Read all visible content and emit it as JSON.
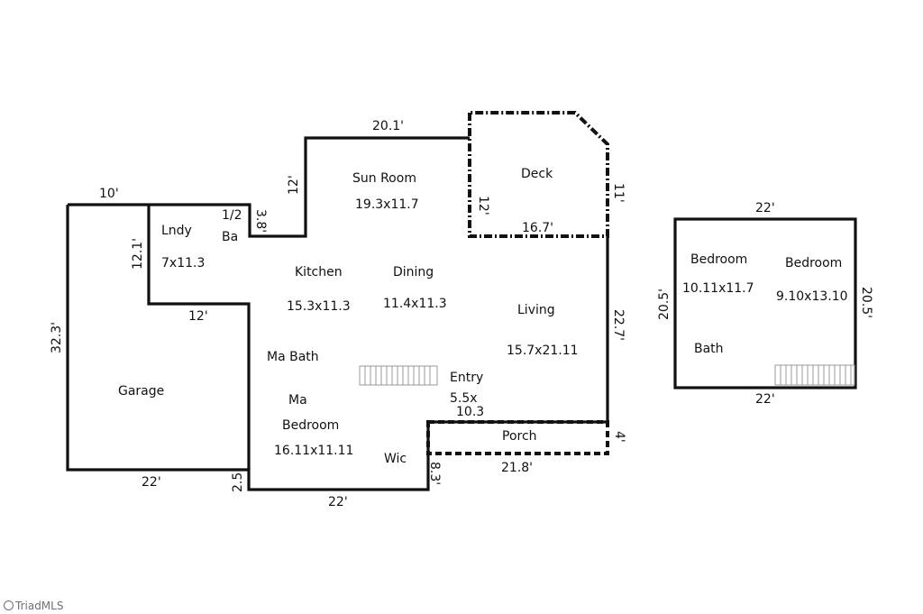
{
  "main_level": {
    "rooms": {
      "lndy": {
        "name": "Lndy",
        "size": "7x11.3"
      },
      "half_bath": {
        "name_line1": "1/2",
        "name_line2": "Ba"
      },
      "sun_room": {
        "name": "Sun Room",
        "size": "19.3x11.7"
      },
      "deck": {
        "name": "Deck"
      },
      "kitchen": {
        "name": "Kitchen",
        "size": "15.3x11.3"
      },
      "dining": {
        "name": "Dining",
        "size": "11.4x11.3"
      },
      "living": {
        "name": "Living",
        "size": "15.7x21.11"
      },
      "garage": {
        "name": "Garage"
      },
      "ma_bath": {
        "name": "Ma Bath"
      },
      "ma_bedroom": {
        "name_line1": "Ma",
        "name_line2": "Bedroom",
        "size": "16.11x11.11"
      },
      "entry": {
        "name": "Entry",
        "size_line1": "5.5x",
        "size_line2": "10.3"
      },
      "wic": {
        "name": "Wic"
      },
      "porch": {
        "name": "Porch"
      }
    },
    "dimensions": {
      "sunroom_top": "20.1'",
      "sunroom_left": "12'",
      "deck_left": "12'",
      "deck_right": "11'",
      "deck_bottom": "16.7'",
      "garage_top": "10'",
      "laundry_left": "12.1'",
      "halfbath_right": "3.8'",
      "garage_inner_top": "12'",
      "garage_left": "32.3'",
      "garage_bottom": "22'",
      "garage_step": "2.5'",
      "bedroom_bottom": "22'",
      "wic_right": "8.3'",
      "porch_bottom": "21.8'",
      "porch_right": "4'",
      "living_right": "22.7'"
    }
  },
  "upper_level": {
    "rooms": {
      "bedroom_left": {
        "name": "Bedroom",
        "size": "10.11x11.7"
      },
      "bedroom_right": {
        "name": "Bedroom",
        "size": "9.10x13.10"
      },
      "bath": {
        "name": "Bath"
      }
    },
    "dimensions": {
      "top": "22'",
      "bottom": "22'",
      "left": "20.5'",
      "right": "20.5'"
    }
  },
  "watermark": "TriadMLS"
}
